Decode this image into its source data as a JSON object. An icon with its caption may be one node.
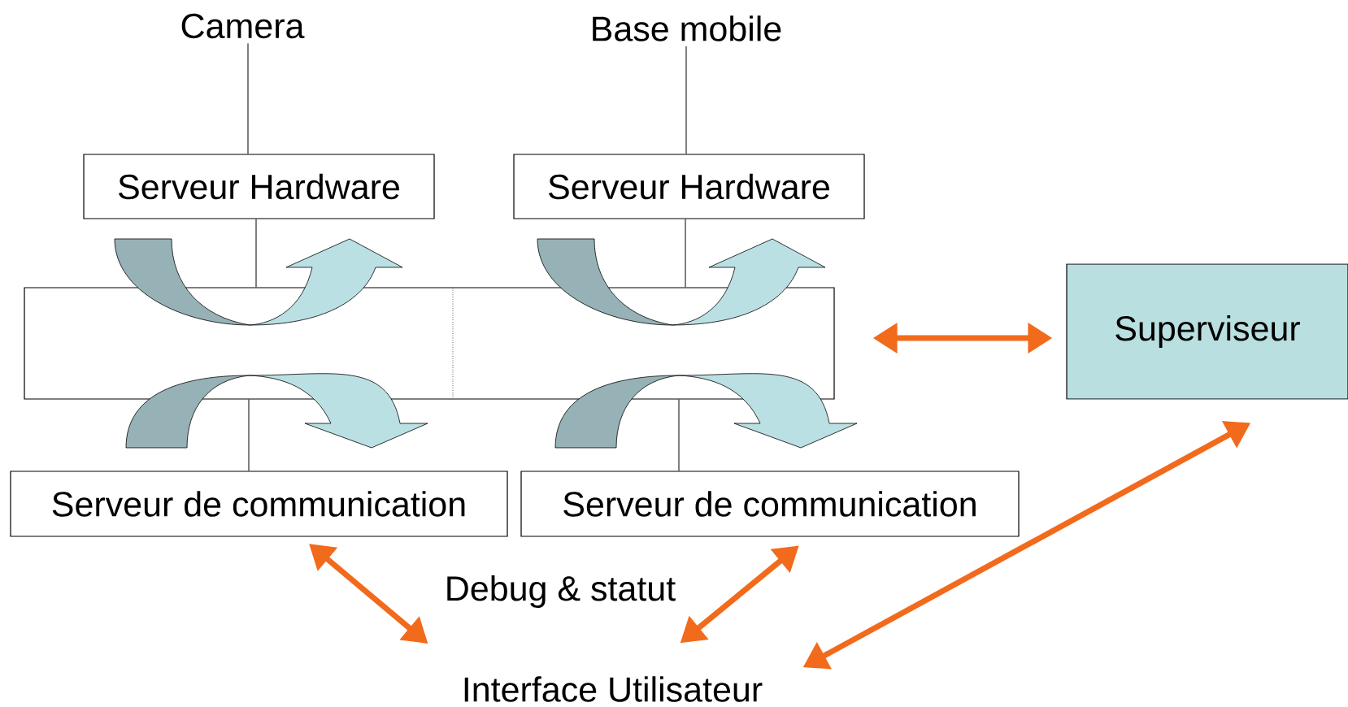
{
  "diagram": {
    "nodes": [
      {
        "text": [
          "Camera"
        ]
      },
      {
        "text": [
          "Base mobile"
        ]
      },
      {
        "text": [
          "Serveur Hardware"
        ]
      },
      {
        "text": [
          "Serveur Hardware"
        ]
      },
      {
        "text": [],
        "shape": "box"
      },
      {
        "text": [
          "Superviseur"
        ]
      },
      {
        "text": [
          "Serveur de communication"
        ]
      },
      {
        "text": [
          "Serveur de communication"
        ]
      },
      {
        "text": [
          "Interface Utilisateur"
        ]
      }
    ],
    "edges": [
      {
        "from": 0,
        "to": 2,
        "arrow": "none"
      },
      {
        "from": 1,
        "to": 3,
        "arrow": "none"
      },
      {
        "from": 2,
        "to": 4,
        "arrow": "none"
      },
      {
        "from": 3,
        "to": 4,
        "arrow": "none"
      },
      {
        "from": 4,
        "to": 6,
        "arrow": "none"
      },
      {
        "from": 4,
        "to": 7,
        "arrow": "none"
      },
      {
        "from": 4,
        "to": 5,
        "arrow": "both",
        "style": "thick",
        "color": "#f26a1b"
      },
      {
        "from": 6,
        "to": 8,
        "arrow": "both",
        "style": "thick",
        "color": "#f26a1b"
      },
      {
        "from": 7,
        "to": 8,
        "arrow": "both",
        "style": "thick",
        "color": "#f26a1b"
      },
      {
        "from": 5,
        "to": 8,
        "arrow": "both",
        "style": "thick",
        "color": "#f26a1b"
      }
    ],
    "labels": [
      "Debug & statut"
    ]
  }
}
